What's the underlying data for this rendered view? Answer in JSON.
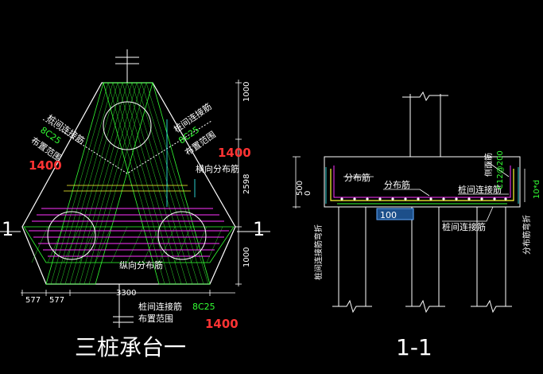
{
  "left_view": {
    "title": "三桩承台一",
    "section_mark": "1",
    "labels": {
      "connect_rebar_left": "桩间连接筋",
      "connect_rebar_left_spec": "8C25",
      "layout_range_left": "布置范围",
      "value_left": "1400",
      "connect_rebar_right": "桩间连接筋",
      "connect_rebar_right_spec": "8C25",
      "layout_range_right": "布置范围",
      "value_right": "1400",
      "transverse_dist": "横向分布筋",
      "longitudinal_dist": "纵向分布筋",
      "connect_rebar_bottom": "桩间连接筋",
      "connect_rebar_bottom_spec": "8C25",
      "layout_range_bottom": "布置范围",
      "value_bottom": "1400"
    },
    "dims": {
      "top_right_1": "1000",
      "mid_right": "2598",
      "bot_right": "1000",
      "width_total": "3300",
      "offset_a": "577",
      "offset_b": "577"
    }
  },
  "section_view": {
    "title": "1-1",
    "labels": {
      "dist_rebar_1": "分布筋",
      "dist_rebar_2": "分布筋",
      "connect_rebar": "桩间连接筋",
      "connect_rebar_bottom": "桩间连接筋",
      "side_rebar": "侧面筋",
      "side_rebar_spec": "C12@200",
      "pile_bend_left": "桩间连接筋弯折",
      "dist_bend_right": "分布筋弯折",
      "ten_d": "10*d",
      "dim_500": "500",
      "dim_0": "0",
      "cover": "100"
    }
  }
}
